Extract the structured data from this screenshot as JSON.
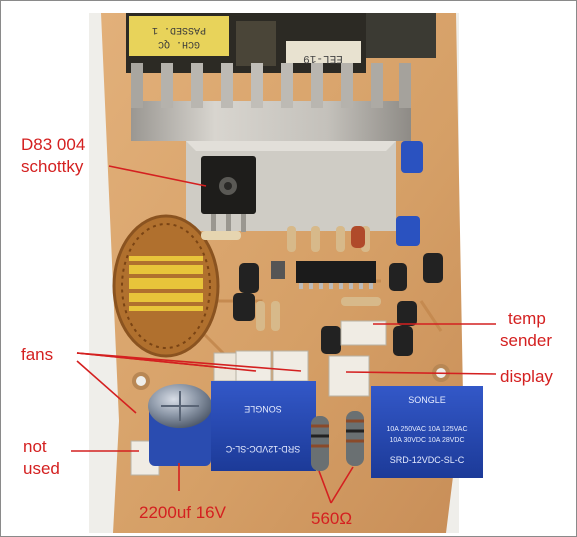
{
  "labels": {
    "schottky_line1": "D83 004",
    "schottky_line2": "schottky",
    "fans": "fans",
    "temp_line1": "temp",
    "temp_line2": "sender",
    "display": "display",
    "not_used_line1": "not",
    "not_used_line2": "used",
    "capacitor": "2200uf 16V",
    "resistor": "560Ω"
  },
  "board_text": {
    "qc_stamp_line1": "GCH. QC",
    "qc_stamp_line2": "PASSED. 1",
    "transformer": "EEL-19"
  },
  "relay_text": {
    "left_brand": "SONGLE",
    "left_model": "SRD-12VDC-SL-C",
    "right_brand": "SONGLE",
    "right_model": "SRD-12VDC-SL-C",
    "right_rating1": "10A 250VAC  10A 125VAC",
    "right_rating2": "10A 30VDC   10A 28VDC"
  },
  "colors": {
    "annotation": "#d42020",
    "board": "#d9a56b",
    "heatsink": "#c9c6c0",
    "relay": "#2348b8"
  }
}
